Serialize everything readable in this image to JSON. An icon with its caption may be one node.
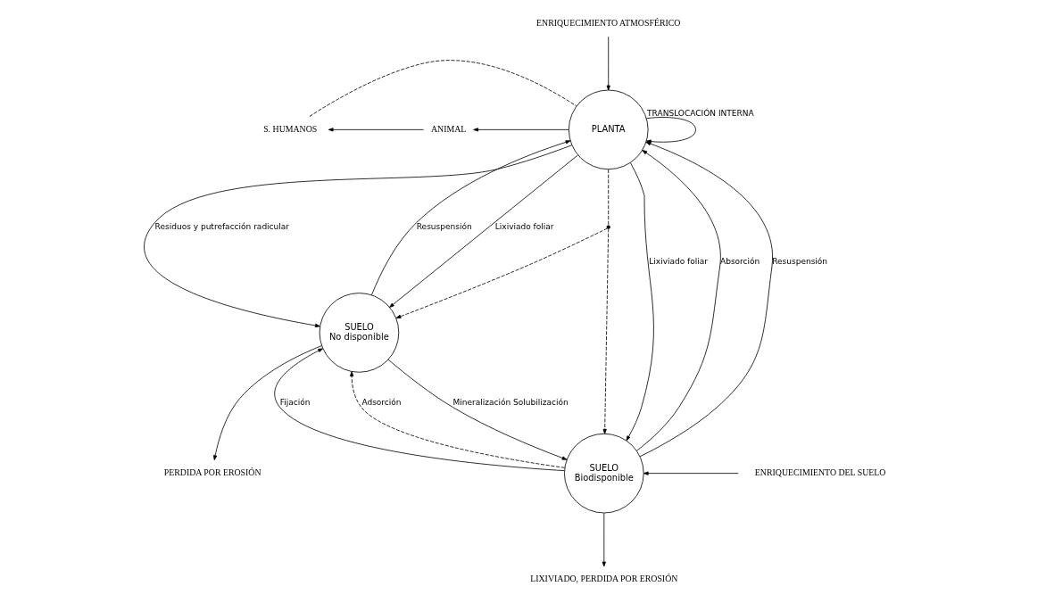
{
  "diagram": {
    "nodes": [
      {
        "text": [
          "ENRIQUECIMIENTO ATMOSFÉRICO"
        ]
      },
      {
        "text": [
          "PLANTA"
        ]
      },
      {
        "text": [
          "S. HUMANOS"
        ]
      },
      {
        "text": [
          "ANIMAL"
        ]
      },
      {
        "text": [
          "SUELO",
          "No disponible"
        ]
      },
      {
        "text": [
          "SUELO",
          "Biodisponible"
        ]
      },
      {
        "text": [
          "ENRIQUECIMIENTO DEL SUELO"
        ]
      },
      {
        "text": [
          "PERDIDA POR EROSIÓN"
        ]
      },
      {
        "text": [
          "LIXIVIADO, PERDIDA POR EROSIÓN"
        ]
      },
      {
        "text": [],
        "shape": "point"
      }
    ],
    "edges": [
      {
        "from": 0,
        "to": 1,
        "arrow": "to"
      },
      {
        "from": 1,
        "to": 1,
        "arrow": "to",
        "label": "TRANSLOCACIÓN INTERNA"
      },
      {
        "from": 1,
        "to": 3,
        "arrow": "to"
      },
      {
        "from": 3,
        "to": 2,
        "arrow": "to"
      },
      {
        "from": 1,
        "to": 2,
        "arrow": "none",
        "style": "dashed"
      },
      {
        "from": 1,
        "to": 4,
        "arrow": "to",
        "label": "Lixiviado foliar"
      },
      {
        "from": 1,
        "to": 4,
        "arrow": "to",
        "label": "Residuos y putrefacción radicular"
      },
      {
        "from": 4,
        "to": 1,
        "arrow": "to",
        "label": "Resuspensión"
      },
      {
        "from": 1,
        "to": 9,
        "arrow": "none",
        "style": "dashed"
      },
      {
        "from": 9,
        "to": 4,
        "arrow": "to",
        "style": "dashed"
      },
      {
        "from": 9,
        "to": 5,
        "arrow": "to",
        "style": "dashed"
      },
      {
        "from": 1,
        "to": 5,
        "arrow": "to",
        "label": "Lixiviado foliar"
      },
      {
        "from": 5,
        "to": 1,
        "arrow": "to",
        "label": "Absorción"
      },
      {
        "from": 5,
        "to": 1,
        "arrow": "to",
        "label": "Resuspensión"
      },
      {
        "from": 5,
        "to": 4,
        "arrow": "to",
        "label": "Fijación"
      },
      {
        "from": 5,
        "to": 4,
        "arrow": "to",
        "label": "Adsorción",
        "style": "dashed"
      },
      {
        "from": 4,
        "to": 5,
        "arrow": "to",
        "label": "Mineralización Solubilización"
      },
      {
        "from": 6,
        "to": 5,
        "arrow": "to"
      },
      {
        "from": 4,
        "to": 7,
        "arrow": "to"
      },
      {
        "from": 5,
        "to": 8,
        "arrow": "to"
      }
    ]
  }
}
